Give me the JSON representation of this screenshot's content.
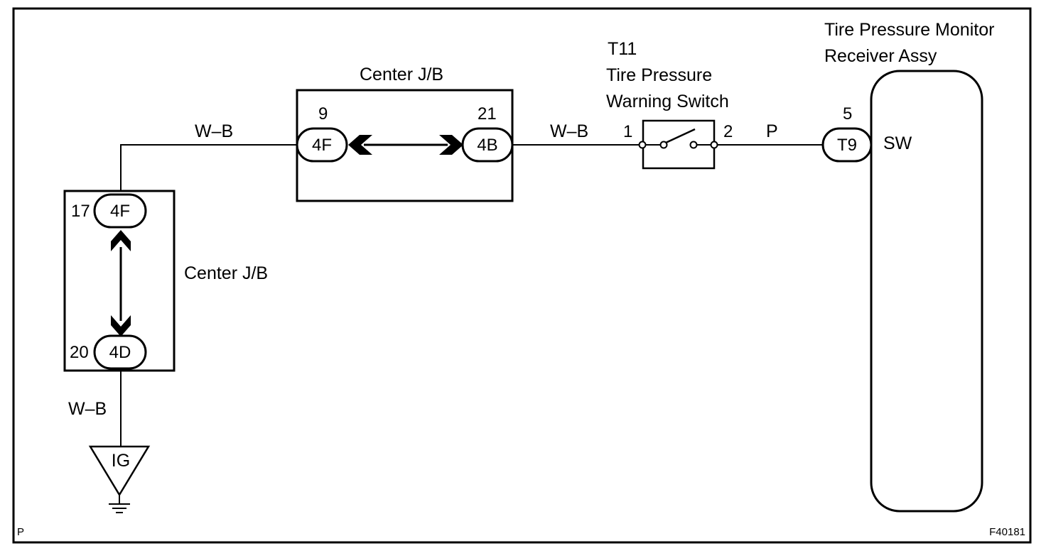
{
  "page_code": "P",
  "figure_id": "F40181",
  "junction_top": {
    "label": "Center J/B",
    "left_pin": "9",
    "left_connector": "4F",
    "right_pin": "21",
    "right_connector": "4B"
  },
  "junction_left": {
    "label": "Center J/B",
    "top_pin": "17",
    "top_connector": "4F",
    "bottom_pin": "20",
    "bottom_connector": "4D"
  },
  "switch": {
    "code": "T11",
    "name_line1": "Tire Pressure",
    "name_line2": "Warning Switch",
    "pin_in": "1",
    "pin_out": "2"
  },
  "receiver": {
    "name_line1": "Tire Pressure Monitor",
    "name_line2": "Receiver Assy",
    "pin": "5",
    "connector": "T9",
    "terminal": "SW"
  },
  "wires": {
    "top_left": "W–B",
    "jb_to_switch": "W–B",
    "switch_to_receiver": "P",
    "to_ig": "W–B"
  },
  "ground": {
    "label": "IG"
  }
}
